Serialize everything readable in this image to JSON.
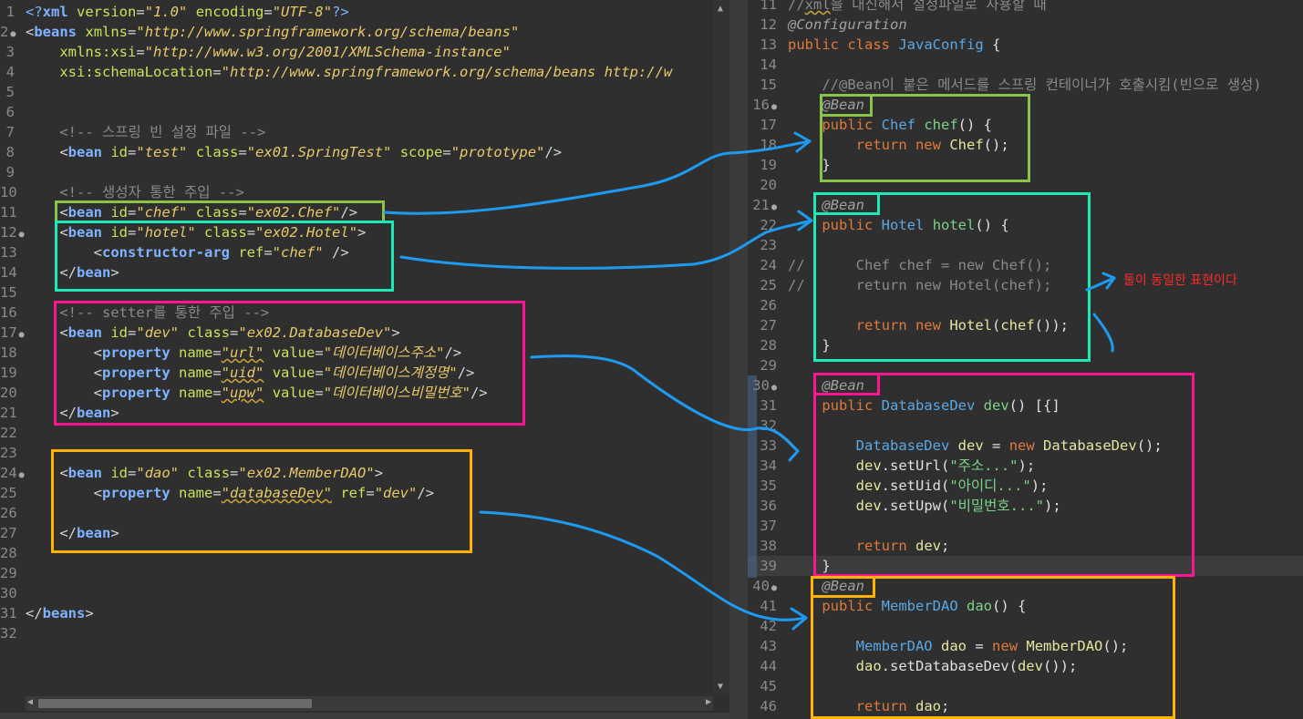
{
  "left_editor": {
    "lines": [
      {
        "n": "1",
        "html": "<span class='t-pi'>&lt;?</span><span class='t-kw'>xml</span> <span class='t-attr'>version</span>=<span class='t-str'>\"1.0\"</span> <span class='t-attr'>encoding</span>=<span class='t-str'>\"UTF-8\"</span><span class='t-pi'>?&gt;</span>"
      },
      {
        "n": "2",
        "fold": true,
        "html": "&lt;<span class='t-kw'>beans</span> <span class='t-attr'>xmlns</span>=<span class='t-str'>\"http://www.springframework.org/schema/beans\"</span>"
      },
      {
        "n": "3",
        "html": "    <span class='t-attr'>xmlns:xsi</span>=<span class='t-str'>\"http://www.w3.org/2001/XMLSchema-instance\"</span>"
      },
      {
        "n": "4",
        "html": "    <span class='t-attr'>xsi:schemaLocation</span>=<span class='t-str'>\"http://www.springframework.org/schema/beans http://w</span>"
      },
      {
        "n": "5",
        "html": ""
      },
      {
        "n": "6",
        "html": ""
      },
      {
        "n": "7",
        "html": "    <span class='t-com'>&lt;!-- 스프링 빈 설정 파일 --&gt;</span>"
      },
      {
        "n": "8",
        "html": "    &lt;<span class='t-kw'>bean</span> <span class='t-attr'>id</span>=<span class='t-str'>\"test\"</span> <span class='t-attr'>class</span>=<span class='t-str'>\"ex01.SpringTest\"</span> <span class='t-attr'>scope</span>=<span class='t-str'>\"prototype\"</span>/&gt;"
      },
      {
        "n": "9",
        "html": ""
      },
      {
        "n": "10",
        "html": "    <span class='t-com'>&lt;!-- 생성자 통한 주입 --&gt;</span>"
      },
      {
        "n": "11",
        "html": "    &lt;<span class='t-kw'>bean</span> <span class='t-attr'>id</span>=<span class='t-str'>\"chef\"</span> <span class='t-attr'>class</span>=<span class='t-str'>\"ex02.Chef\"</span>/&gt;"
      },
      {
        "n": "12",
        "fold": true,
        "html": "    &lt;<span class='t-kw'>bean</span> <span class='t-attr'>id</span>=<span class='t-str'>\"hotel\"</span> <span class='t-attr'>class</span>=<span class='t-str'>\"ex02.Hotel\"</span>&gt;"
      },
      {
        "n": "13",
        "html": "        &lt;<span class='t-kw'>constructor-arg</span> <span class='t-attr'>ref</span>=<span class='t-str'>\"chef\"</span> /&gt;"
      },
      {
        "n": "14",
        "html": "    &lt;/<span class='t-kw'>bean</span>&gt;"
      },
      {
        "n": "15",
        "html": ""
      },
      {
        "n": "16",
        "html": "    <span class='t-com'>&lt;!-- setter를 통한 주입 --&gt;</span>"
      },
      {
        "n": "17",
        "fold": true,
        "html": "    &lt;<span class='t-kw'>bean</span> <span class='t-attr'>id</span>=<span class='t-str'>\"dev\"</span> <span class='t-attr'>class</span>=<span class='t-str'>\"ex02.DatabaseDev\"</span>&gt;"
      },
      {
        "n": "18",
        "html": "        &lt;<span class='t-kw'>property</span> <span class='t-attr'>name</span>=<span class='t-str sq'>\"url\"</span> <span class='t-attr'>value</span>=<span class='t-str'>\"데이터베이스주소\"</span>/&gt;"
      },
      {
        "n": "19",
        "html": "        &lt;<span class='t-kw'>property</span> <span class='t-attr'>name</span>=<span class='t-str sq'>\"uid\"</span> <span class='t-attr'>value</span>=<span class='t-str'>\"데이터베이스계정명\"</span>/&gt;"
      },
      {
        "n": "20",
        "html": "        &lt;<span class='t-kw'>property</span> <span class='t-attr'>name</span>=<span class='t-str sq'>\"upw\"</span> <span class='t-attr'>value</span>=<span class='t-str'>\"데이터베이스비밀번호\"</span>/&gt;"
      },
      {
        "n": "21",
        "html": "    &lt;/<span class='t-kw'>bean</span>&gt;"
      },
      {
        "n": "22",
        "html": ""
      },
      {
        "n": "23",
        "html": ""
      },
      {
        "n": "24",
        "fold": true,
        "html": "    &lt;<span class='t-kw'>bean</span> <span class='t-attr'>id</span>=<span class='t-str'>\"dao\"</span> <span class='t-attr'>class</span>=<span class='t-str'>\"ex02.MemberDAO\"</span>&gt;"
      },
      {
        "n": "25",
        "html": "        &lt;<span class='t-kw'>property</span> <span class='t-attr'>name</span>=<span class='t-str sq'>\"databaseDev\"</span> <span class='t-attr'>ref</span>=<span class='t-str'>\"dev\"</span>/&gt;"
      },
      {
        "n": "26",
        "html": ""
      },
      {
        "n": "27",
        "html": "    &lt;/<span class='t-kw'>bean</span>&gt;"
      },
      {
        "n": "28",
        "html": ""
      },
      {
        "n": "29",
        "html": ""
      },
      {
        "n": "30",
        "html": ""
      },
      {
        "n": "31",
        "html": "&lt;/<span class='t-kw'>beans</span>&gt;"
      },
      {
        "n": "32",
        "html": ""
      }
    ]
  },
  "right_editor": {
    "lines": [
      {
        "n": "11",
        "html": "<span class='r-com'>//<span class='sq'>xml</span>을 대신해서 설정파일로 사용할 때</span>"
      },
      {
        "n": "12",
        "html": "<span class='r-ann'>@Configuration</span>"
      },
      {
        "n": "13",
        "html": "<span class='r-kw'>public class</span> <span class='r-type'>JavaConfig</span> <span class='r-plain'>{</span>"
      },
      {
        "n": "14",
        "html": ""
      },
      {
        "n": "15",
        "html": "    <span class='r-com'>//@Bean이 붙은 메서드를 스프링 컨테이너가 호출시킴(빈으로 생성)</span>"
      },
      {
        "n": "16",
        "fold": true,
        "html": "    <span class='r-ann'>@Bean</span>"
      },
      {
        "n": "17",
        "html": "    <span class='r-kw'>public</span> <span class='r-type'>Chef</span> <span class='r-fn'>chef</span><span class='r-plain'>() {</span>"
      },
      {
        "n": "18",
        "html": "        <span class='r-kw'>return new</span> <span class='r-var'>Chef</span><span class='r-plain'>();</span>"
      },
      {
        "n": "19",
        "html": "    <span class='r-plain'>}</span>"
      },
      {
        "n": "20",
        "html": ""
      },
      {
        "n": "21",
        "fold": true,
        "html": "    <span class='r-ann'>@Bean</span>"
      },
      {
        "n": "22",
        "html": "    <span class='r-kw'>public</span> <span class='r-type'>Hotel</span> <span class='r-fn'>hotel</span><span class='r-plain'>() {</span>"
      },
      {
        "n": "23",
        "html": ""
      },
      {
        "n": "24",
        "html": "<span class='r-com'>//      Chef chef = new Chef();</span>"
      },
      {
        "n": "25",
        "html": "<span class='r-com'>//      return new Hotel(chef);</span>"
      },
      {
        "n": "26",
        "html": ""
      },
      {
        "n": "27",
        "html": "        <span class='r-kw'>return new</span> <span class='r-var'>Hotel</span><span class='r-plain'>(</span><span class='r-var'>chef</span><span class='r-plain'>());</span>"
      },
      {
        "n": "28",
        "html": "    <span class='r-plain'>}</span>"
      },
      {
        "n": "29",
        "html": ""
      },
      {
        "n": "30",
        "fold": true,
        "html": "    <span class='r-ann'>@Bean</span>"
      },
      {
        "n": "31",
        "html": "    <span class='r-kw'>public</span> <span class='r-type'>DatabaseDev</span> <span class='r-fn'>dev</span><span class='r-plain'>() [{]</span>"
      },
      {
        "n": "32",
        "html": ""
      },
      {
        "n": "33",
        "html": "        <span class='r-type'>DatabaseDev</span> <span class='r-var'>dev</span> <span class='r-plain'>=</span> <span class='r-kw'>new</span> <span class='r-var'>DatabaseDev</span><span class='r-plain'>();</span>"
      },
      {
        "n": "34",
        "html": "        <span class='r-var'>dev</span><span class='r-plain'>.setUrl(</span><span class='r-str'>\"주소...\"</span><span class='r-plain'>);</span>"
      },
      {
        "n": "35",
        "html": "        <span class='r-var'>dev</span><span class='r-plain'>.setUid(</span><span class='r-str'>\"아이디...\"</span><span class='r-plain'>);</span>"
      },
      {
        "n": "36",
        "html": "        <span class='r-var'>dev</span><span class='r-plain'>.setUpw(</span><span class='r-str'>\"비밀번호...\"</span><span class='r-plain'>);</span>"
      },
      {
        "n": "37",
        "html": ""
      },
      {
        "n": "38",
        "html": "        <span class='r-kw'>return</span> <span class='r-var'>dev</span><span class='r-plain'>;</span>"
      },
      {
        "n": "39",
        "html": "    <span class='r-plain'>}</span>"
      },
      {
        "n": "40",
        "fold": true,
        "html": "    <span class='r-ann'>@Bean</span>"
      },
      {
        "n": "41",
        "html": "    <span class='r-kw'>public</span> <span class='r-type'>MemberDAO</span> <span class='r-fn'>dao</span><span class='r-plain'>() {</span>"
      },
      {
        "n": "42",
        "html": ""
      },
      {
        "n": "43",
        "html": "        <span class='r-type'>MemberDAO</span> <span class='r-var'>dao</span> <span class='r-plain'>=</span> <span class='r-kw'>new</span> <span class='r-var'>MemberDAO</span><span class='r-plain'>();</span>"
      },
      {
        "n": "44",
        "html": "        <span class='r-var'>dao</span><span class='r-plain'>.setDatabaseDev(</span><span class='r-var'>dev</span><span class='r-plain'>());</span>"
      },
      {
        "n": "45",
        "html": ""
      },
      {
        "n": "46",
        "html": "        <span class='r-kw'>return</span> <span class='r-var'>dao</span><span class='r-plain'>;</span>"
      }
    ]
  },
  "annotation_note": "둘이 동일한 표현이다",
  "colors": {
    "green_box": "#8bc34a",
    "teal_box": "#1de9b6",
    "pink_box": "#ff1493",
    "yellow_box": "#ffb300",
    "arrow": "#1e9bf0",
    "note": "#ff2a2a"
  },
  "boxes": [
    "chef-bean-box",
    "hotel-bean-box",
    "dev-bean-box",
    "dao-bean-box"
  ]
}
